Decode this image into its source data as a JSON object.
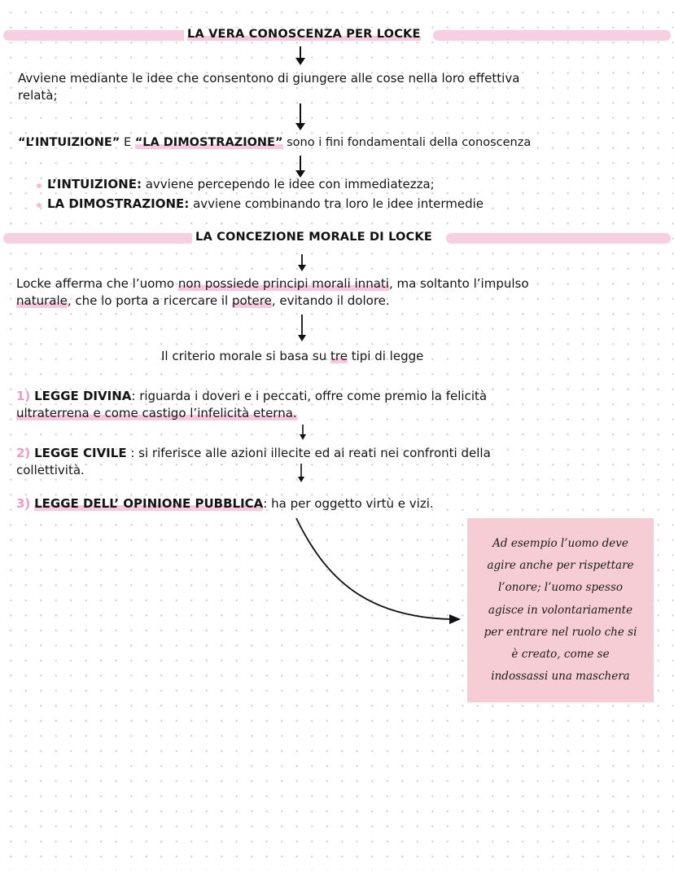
{
  "section1": {
    "heading": "LA VERA CONOSCENZA PER LOCKE",
    "para1_line1": "Avviene mediante le idee che consentono di giungere alle cose nella loro effettiva",
    "para1_line2": "relatà;",
    "intuizione_label": "“L’INTUIZIONE”",
    "e": " E ",
    "dimostrazione_label": "“LA DIMOSTRAZIONE”",
    "para2_rest": " sono i fini fondamentali della conoscenza",
    "bullets": [
      {
        "term": "L’INTUIZIONE:",
        "text": " avviene percependo le idee con immediatezza;"
      },
      {
        "term": "LA DIMOSTRAZIONE:",
        "text": " avviene combinando tra loro le idee intermedie"
      }
    ]
  },
  "section2": {
    "heading": "LA CONCEZIONE MORALE DI LOCKE",
    "para_l1_a": "Locke afferma che l’uomo ",
    "para_l1_hl": "non possiede principi morali innati",
    "para_l1_b": ", ma soltanto l’impulso",
    "para_l2_hl1": "naturale",
    "para_l2_a": ", che lo porta a ricercare il ",
    "para_l2_hl2": "potere",
    "para_l2_b": ", evitando il dolore.",
    "criterio_a": "Il criterio morale si basa su ",
    "criterio_hl": "tre",
    "criterio_b": " tipi di legge",
    "laws": [
      {
        "num": "1)",
        "title": "LEGGE DIVINA",
        "text1": ": riguarda i doveri e i peccati, offre come premio la felicità",
        "text2": "ultraterrena e come castigo l’infelicità eterna."
      },
      {
        "num": "2)",
        "title": "LEGGE CIVILE",
        "text1": " : si riferisce alle azioni illecite ed ai reati nei confronti della",
        "text2": "collettività."
      },
      {
        "num": "3)",
        "title": "LEGGE DELL’ OPINIONE PUBBLICA",
        "text1": ": ha per oggetto virtù e vizi."
      }
    ]
  },
  "note": {
    "lines": [
      "Ad esempio l’uomo deve",
      "agire anche per rispettare",
      "l’onore; l’uomo spesso",
      "agisce in volontariamente",
      "per entrare nel ruolo che si",
      "è creato, come se",
      "indossassi una maschera"
    ]
  },
  "colors": {
    "band": "#f7cfe3",
    "accent": "#f29ac0",
    "note_bg": "#f6cdd5"
  }
}
